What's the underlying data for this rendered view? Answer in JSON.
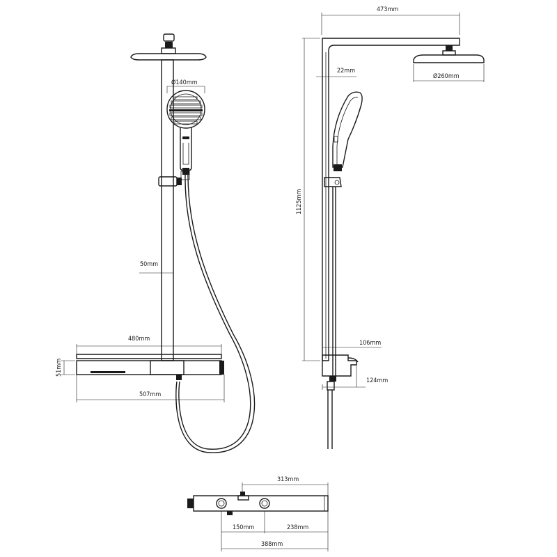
{
  "dimensions": {
    "front": {
      "head_diameter": "Ø140mm",
      "rail_width": "50mm",
      "shelf_width": "480mm",
      "body_height": "51mm",
      "body_width": "507mm"
    },
    "side": {
      "arm_length": "473mm",
      "arm_offset": "22mm",
      "overhead_diameter": "Ø260mm",
      "total_height": "1125mm",
      "shelf_depth": "106mm",
      "body_depth": "124mm"
    },
    "bottom": {
      "inlet_span": "313mm",
      "left_offset": "150mm",
      "right_offset": "238mm",
      "total_width": "388mm"
    }
  },
  "colors": {
    "line": "#1a1a1a",
    "background": "#ffffff"
  }
}
